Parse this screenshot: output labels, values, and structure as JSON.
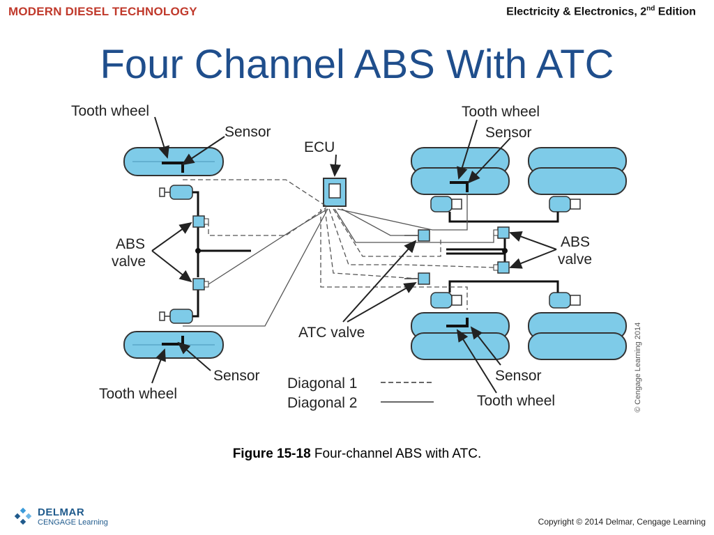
{
  "header": {
    "publisher": "MODERN DIESEL TECHNOLOGY",
    "book_title": "Electricity & Electronics, 2",
    "book_edition_sup": "nd",
    "book_edition_rest": " Edition"
  },
  "slide": {
    "title": "Four Channel ABS With ATC"
  },
  "diagram": {
    "labels": {
      "tooth_wheel_tl": "Tooth wheel",
      "sensor_tl": "Sensor",
      "ecu": "ECU",
      "tooth_wheel_tr": "Tooth wheel",
      "sensor_tr": "Sensor",
      "abs_valve_left_1": "ABS",
      "abs_valve_left_2": "valve",
      "abs_valve_right_1": "ABS",
      "abs_valve_right_2": "valve",
      "atc_valve": "ATC valve",
      "sensor_bl": "Sensor",
      "tooth_wheel_bl": "Tooth wheel",
      "sensor_br": "Sensor",
      "tooth_wheel_br": "Tooth wheel",
      "legend_diag1": "Diagonal 1",
      "legend_diag2": "Diagonal 2",
      "credit": "© Cengage Learning 2014"
    },
    "colors": {
      "tire": "#7ecbe8",
      "line": "#222222"
    }
  },
  "caption": {
    "figure_number": "Figure 15-18",
    "text": " Four-channel ABS with ATC."
  },
  "footer": {
    "logo_line1": "DELMAR",
    "logo_line2": "CENGAGE Learning",
    "copyright": "Copyright © 2014 Delmar, Cengage Learning"
  }
}
